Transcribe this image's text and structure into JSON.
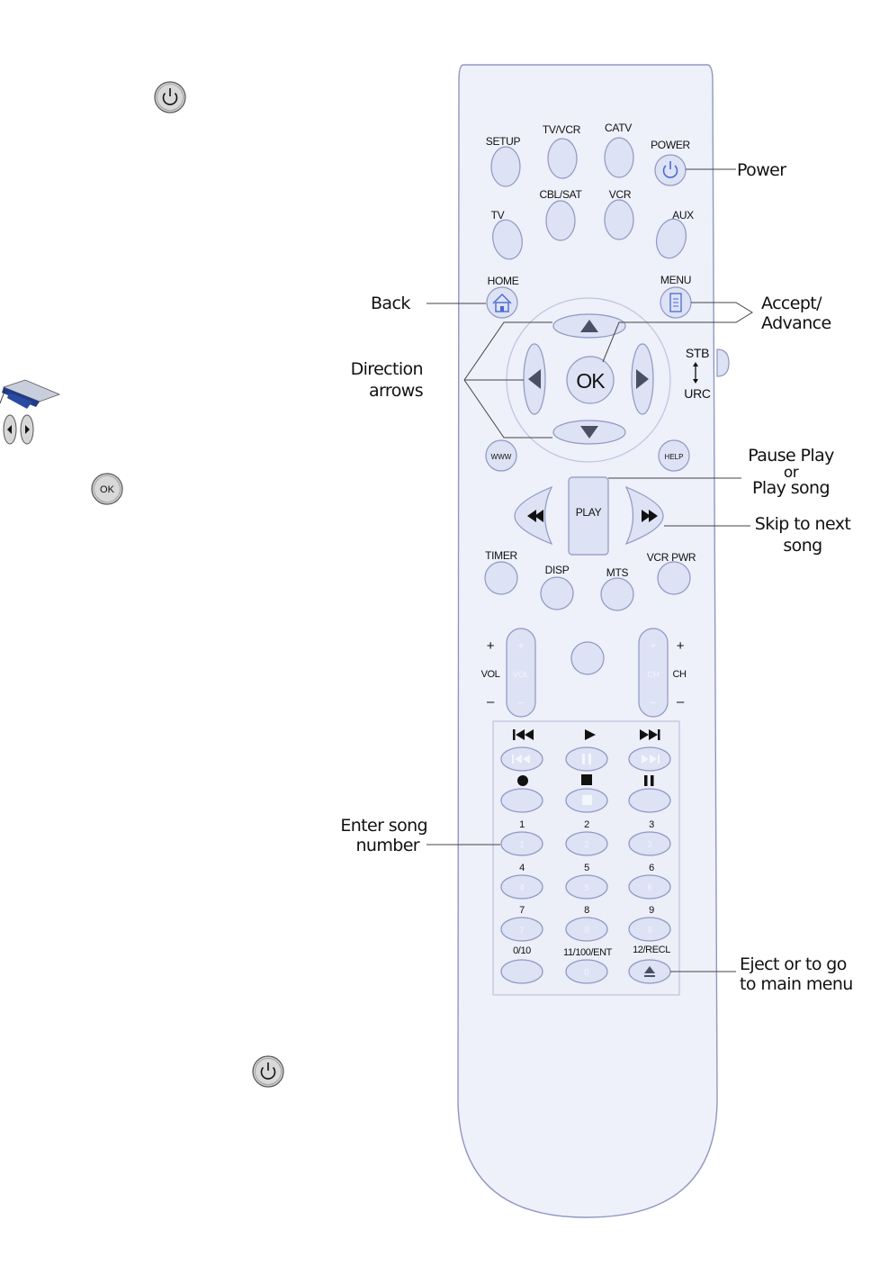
{
  "remote": {
    "setup": "SETUP",
    "tv_vcr": "TV/VCR",
    "catv": "CATV",
    "power": "POWER",
    "cbl_sat": "CBL/SAT",
    "vcr": "VCR",
    "tv": "TV",
    "aux": "AUX",
    "home": "HOME",
    "menu": "MENU",
    "ok": "OK",
    "stb": "STB",
    "urc": "URC",
    "www": "WWW",
    "help": "HELP",
    "play": "PLAY",
    "timer": "TIMER",
    "disp": "DISP",
    "mts": "MTS",
    "vcr_pwr": "VCR PWR",
    "vol": "VOL",
    "ch": "CH",
    "plus": "+",
    "minus": "–",
    "digits": [
      "1",
      "2",
      "3",
      "4",
      "5",
      "6",
      "7",
      "8",
      "9"
    ],
    "zero_ten": "0/10",
    "ent": "11/100/ENT",
    "recl": "12/RECL",
    "zero": "0"
  },
  "callouts": {
    "power": "Power",
    "back": "Back",
    "accept_line1": "Accept/",
    "accept_line2": "Advance",
    "direction_line1": "Direction",
    "direction_line2": "arrows",
    "pause_line1": "Pause Play",
    "pause_line2": "or",
    "pause_line3": "Play song",
    "skip_line1": "Skip to next",
    "skip_line2": "song",
    "enter_line1": "Enter song",
    "enter_line2": "number",
    "eject_line1": "Eject or to go",
    "eject_line2": "to main menu"
  },
  "side": {
    "ok_label": "OK"
  },
  "icons": [
    "power-icon",
    "home-icon",
    "menu-icon",
    "graduation-cap-icon",
    "left-right-arrows-icon",
    "ok-icon",
    "rewind-icon",
    "fast-forward-icon",
    "skip-previous-icon",
    "play-icon",
    "skip-next-icon",
    "record-icon",
    "stop-icon",
    "pause-icon",
    "eject-icon"
  ],
  "colors": {
    "body": "#eef0fa",
    "outline": "#8f97c2",
    "button": "#dde2f4"
  }
}
